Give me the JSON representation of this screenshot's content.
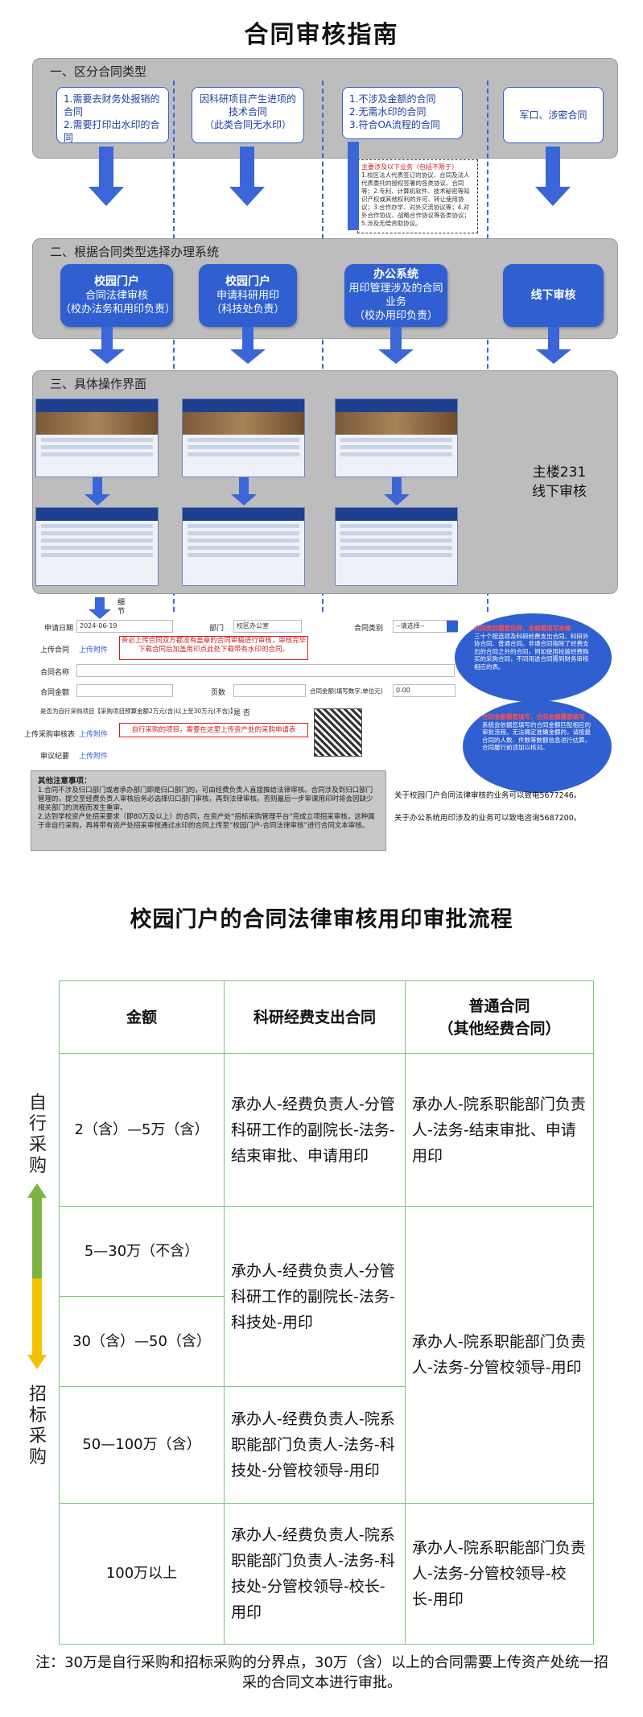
{
  "title": "合同审核指南",
  "section1": {
    "label": "一、区分合同类型",
    "col1": "1.需要去财务处报销的合同\n2.需要打印出水印的合同",
    "col2": "因科研项目产生进项的技术合同\n（此类合同无水印）",
    "col3": "1.不涉及金额的合同\n2.无需水印的合同\n3.符合OA流程的合同",
    "col4": "军口、涉密合同",
    "note_title": "主要涉及以下业务（包括不限于）",
    "note_body": "1.校区法人代表签订的协议、合同及法人代表委托的授权签署的各类协议、合同等；2.专利、计算机软件、技术秘密等知识产权或其他权利的许可、转让使用协议；3.合作办学、对外交流协议等；4.对外合作协议、战略合作协议等各类协议；5.涉及无偿资助协议。"
  },
  "section2": {
    "label": "二、根据合同类型选择办理系统",
    "box1_title": "校园门户",
    "box1_body": "合同法律审核\n（校办法务和用印负责）",
    "box2_title": "校园门户",
    "box2_body": "申请科研用印\n（科技处负责）",
    "box3_title": "办公系统",
    "box3_body": "用印管理涉及的合同业务\n（校办用印负责）",
    "box4_title": "线下审核"
  },
  "section3": {
    "label": "三、具体操作界面",
    "offline": "主楼231\n线下审核"
  },
  "form": {
    "detail_label": "细节",
    "rows": [
      {
        "label": "申请日期",
        "value": "2024-06-19"
      },
      {
        "label": "部门",
        "value": "校区办公室"
      },
      {
        "label": "合同类别",
        "value": "--请选择--"
      },
      {
        "label": "上传合同",
        "value": "上传附件"
      },
      {
        "label": "合同名称",
        "value": ""
      },
      {
        "label": "合同金额",
        "value": ""
      },
      {
        "label": "页数",
        "value": ""
      },
      {
        "label": "合同金额(填写数字,单位元)",
        "value": "0.00"
      },
      {
        "label": "是否为自行采购项目【采购项目预算金额2万元(含)以上至30万元(不含)】",
        "value": "是   否"
      },
      {
        "label": "上传采购审核表",
        "value": "上传附件"
      },
      {
        "label": "审议纪要",
        "value": "上传附件"
      }
    ],
    "red_note1": "务必上传合同双方都没有盖章的合同审稿进行审核，审核完毕下载合同后加盖用印点此处下载带有水印的合同。",
    "red_note2": "自行采购的项目，需要在这里上传资产处的采购申请表",
    "bubble1_head": "合同类别需要选择，金额需填写准确",
    "bubble1_body": "三十个按选项及科研经费支出合同、科研外协合同、普通合同。非通合同指除了经费支出的合同之外的合同，例如使用校拨经费购买的采购合同，不同用途合同需到财务审核相应的表。",
    "bubble2_head": "合同金额需要填写，合同金额需要填写",
    "bubble2_body": "系统会依据您填写的合同金额匹配相应的审批流程。无法确定准确金额的，请按最合同的人数、件数等数额信息进行估算，合同履行前须加以核对。"
  },
  "notice": {
    "title": "其他注意事项：",
    "body": "1.合同不涉及归口部门或者承办部门即是归口部门的，可由经费负责人直接推给法律审核。合同涉及到归口部门管理的，提交至经费负责人审核后务必选择归口部门审核，再到法律审核。否则最后一步审课用印时将会因缺少相关部门的流程而发生重审。\n2.达到学校资产处招采要求（即80万及以上）的合同，在资产处“招标采购管理平台”完成立项招采审核，这种属于非自行采购，再将带有资产处招采审核通过水印的合同上传至“校园门户-合同法律审核”进行合同文本审核。"
  },
  "contacts": {
    "line1": "关于校园门户合同法律审核的业务可以致电5677246。",
    "line2": "关于办公系统用印涉及的业务可以致电咨询5687200。"
  },
  "title2": "校园门户的合同法律审核用印审批流程",
  "table": {
    "headers": [
      "金额",
      "科研经费支出合同",
      "普通合同\n（其他经费合同）"
    ],
    "rows": [
      {
        "amount": "2（含）—5万（含）",
        "sci": "承办人-经费负责人-分管科研工作的副院长-法务-结束审批、申请用印",
        "general": "承办人-院系职能部门负责人-法务-结束审批、申请用印"
      },
      {
        "amount": "5—30万（不含）",
        "sci": "承办人-经费负责人-分管科研工作的副院长-法务-科技处-用印",
        "general": "承办人-院系职能部门负责人-法务-分管校领导-用印"
      },
      {
        "amount": "30（含）—50（含）"
      },
      {
        "amount": "50—100万（含）",
        "sci": "承办人-经费负责人-院系职能部门负责人-法务-科技处-分管校领导-用印"
      },
      {
        "amount": "100万以上",
        "sci": "承办人-经费负责人-院系职能部门负责人-法务-科技处-分管校领导-校长-用印",
        "general": "承办人-院系职能部门负责人-法务-分管校领导-校长-用印"
      }
    ],
    "left_top": "自行采购",
    "left_bottom": "招标采购",
    "colors": {
      "green": "#7cb342",
      "yellow": "#f2c200",
      "border": "#7fc27f"
    }
  },
  "footnote": "注：30万是自行采购和招标采购的分界点，30万（含）以上的合同需要上传资产处统一招采的合同文本进行审批。",
  "colors": {
    "blue": "#2f5fd0",
    "panel": "#bdbdbd",
    "red": "#d02020"
  }
}
